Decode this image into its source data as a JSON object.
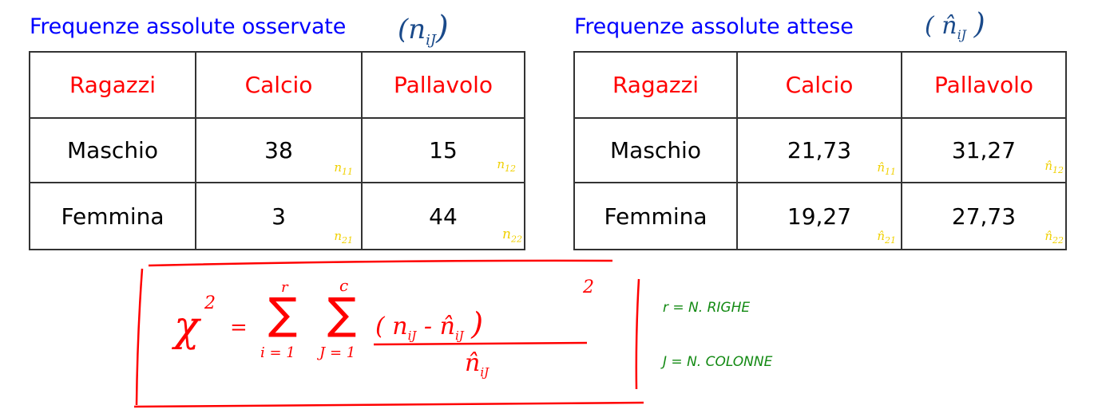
{
  "observed": {
    "title": "Frequenze assolute osservate",
    "notation": "(n",
    "notation_sub": "iJ",
    "notation_close": ")",
    "headers": [
      "Ragazzi",
      "Calcio",
      "Pallavolo"
    ],
    "rows": [
      {
        "label": "Maschio",
        "values": [
          "38",
          "15"
        ],
        "annotations": [
          "n",
          "n"
        ],
        "annotation_subs": [
          "11",
          "12"
        ]
      },
      {
        "label": "Femmina",
        "values": [
          "3",
          "44"
        ],
        "annotations": [
          "n",
          "n"
        ],
        "annotation_subs": [
          "21",
          "22"
        ]
      }
    ]
  },
  "expected": {
    "title": "Frequenze assolute attese",
    "notation": "( n̂",
    "notation_sub": "iJ",
    "notation_close": ")",
    "headers": [
      "Ragazzi",
      "Calcio",
      "Pallavolo"
    ],
    "rows": [
      {
        "label": "Maschio",
        "values": [
          "21,73",
          "31,27"
        ],
        "annotations": [
          "n̂",
          "n̂"
        ],
        "annotation_subs": [
          "11",
          "12"
        ]
      },
      {
        "label": "Femmina",
        "values": [
          "19,27",
          "27,73"
        ],
        "annotations": [
          "n̂",
          "n̂"
        ],
        "annotation_subs": [
          "21",
          "22"
        ]
      }
    ]
  },
  "formula": {
    "lhs": "χ",
    "lhs_exp": "2",
    "equals": "=",
    "sum1_top": "r",
    "sum1_bottom": "i = 1",
    "sum2_top": "c",
    "sum2_bottom": "J = 1",
    "numerator": "( n",
    "numerator_sub1": "iJ",
    "minus": "-",
    "numerator_hat": "n̂",
    "numerator_sub2": "iJ",
    "numerator_close": ")",
    "numerator_exp": "2",
    "denominator": "n̂",
    "denominator_sub": "iJ"
  },
  "legend": {
    "line1": "r = N. RIGHE",
    "line2": "J = N. COLONNE"
  },
  "colors": {
    "title": "#0000ff",
    "header_text": "#ff0000",
    "annotation": "#f0d000",
    "formula": "#ff0000",
    "legend": "#138a13",
    "notation": "#1a4a8a"
  }
}
